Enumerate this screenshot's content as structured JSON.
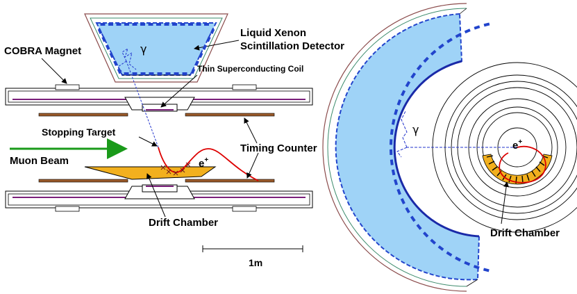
{
  "labels": {
    "xenon_line1": "Liquid Xenon",
    "xenon_line2": "Scintillation Detector",
    "cobra": "COBRA Magnet",
    "coil": "Thin Superconducting Coil",
    "target": "Stopping Target",
    "timing": "Timing Counter",
    "muon": "Muon Beam",
    "drift_left": "Drift Chamber",
    "drift_right": "Drift Chamber",
    "scale": "1m",
    "gamma": "γ",
    "positron": "e",
    "positron_sup": "+"
  },
  "colors": {
    "xenon_fill": "#9fd3f7",
    "xenon_block": "#2244cc",
    "magnet_line": "#7a1f7a",
    "timing_bar": "#9a5a2a",
    "drift_fill": "#f2b01e",
    "beam_arrow": "#1a9a1a",
    "track_red": "#dd0000",
    "gamma_track": "#2233cc"
  }
}
